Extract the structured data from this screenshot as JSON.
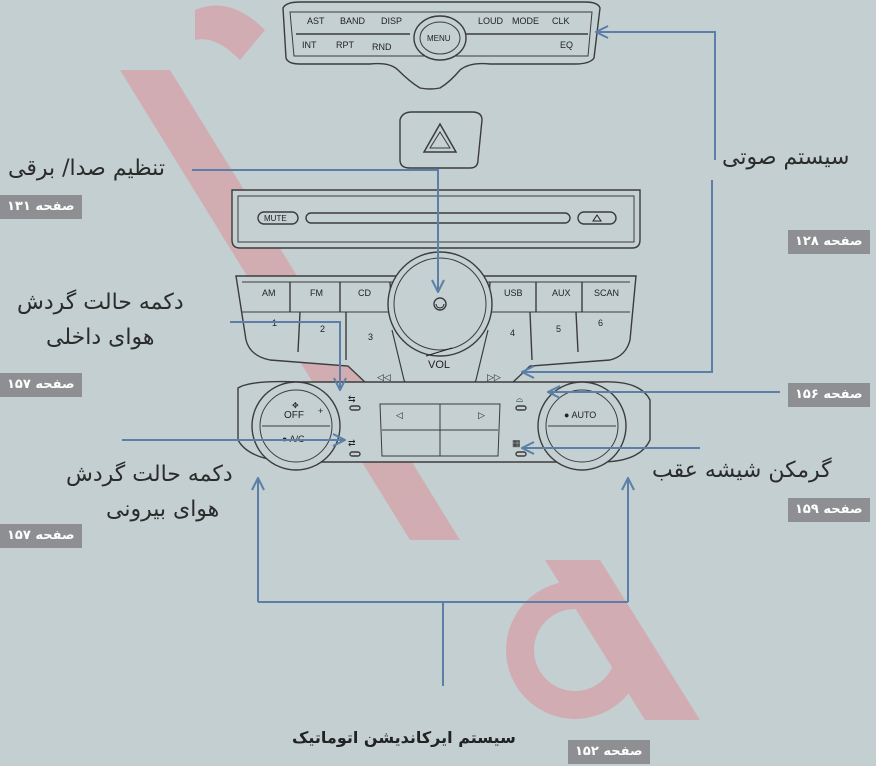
{
  "top_panel": {
    "buttons_top": [
      "AST",
      "BAND",
      "DISP",
      "LOUD",
      "MODE",
      "CLK"
    ],
    "buttons_bottom": [
      "INT",
      "RPT",
      "RND",
      "EQ"
    ],
    "menu": "MENU"
  },
  "cd_panel": {
    "mute": "MUTE",
    "eject_icon": "eject-icon"
  },
  "radio_panel": {
    "band_buttons": [
      "AM",
      "FM",
      "CD",
      "USB",
      "AUX",
      "SCAN"
    ],
    "presets": [
      "1",
      "2",
      "3",
      "4",
      "5",
      "6"
    ],
    "vol": "VOL"
  },
  "climate": {
    "off": "OFF",
    "ac": "A/C",
    "auto": "AUTO"
  },
  "callouts": {
    "audio_system": {
      "label": "سیستم صوتی",
      "page": "صفحه ۱۲۸"
    },
    "volume_power": {
      "label": "تنظیم صدا/ برقی",
      "page": "صفحه ۱۳۱"
    },
    "recirc_inside": {
      "label_line1": "دکمه حالت گردش",
      "label_line2": "هوای داخلی",
      "page": "صفحه ۱۵۷"
    },
    "front_defrost": {
      "page": "صفحه ۱۵۶"
    },
    "fresh_outside": {
      "label_line1": "دکمه حالت گردش",
      "label_line2": "هوای بیرونی",
      "page": "صفحه ۱۵۷"
    },
    "rear_defrost": {
      "label": "گرمکن شیشه عقب",
      "page": "صفحه ۱۵۹"
    },
    "climate_system": {
      "label": "سیستم ایرکاندیشن اتوماتیک",
      "page": "صفحه ۱۵۲"
    }
  },
  "colors": {
    "background": "#c3cfd1",
    "line": "#5b7fa6",
    "badge": "#8d8f92",
    "panel_fill": "#c5d0d2",
    "panel_stroke": "#3c3c3c"
  }
}
